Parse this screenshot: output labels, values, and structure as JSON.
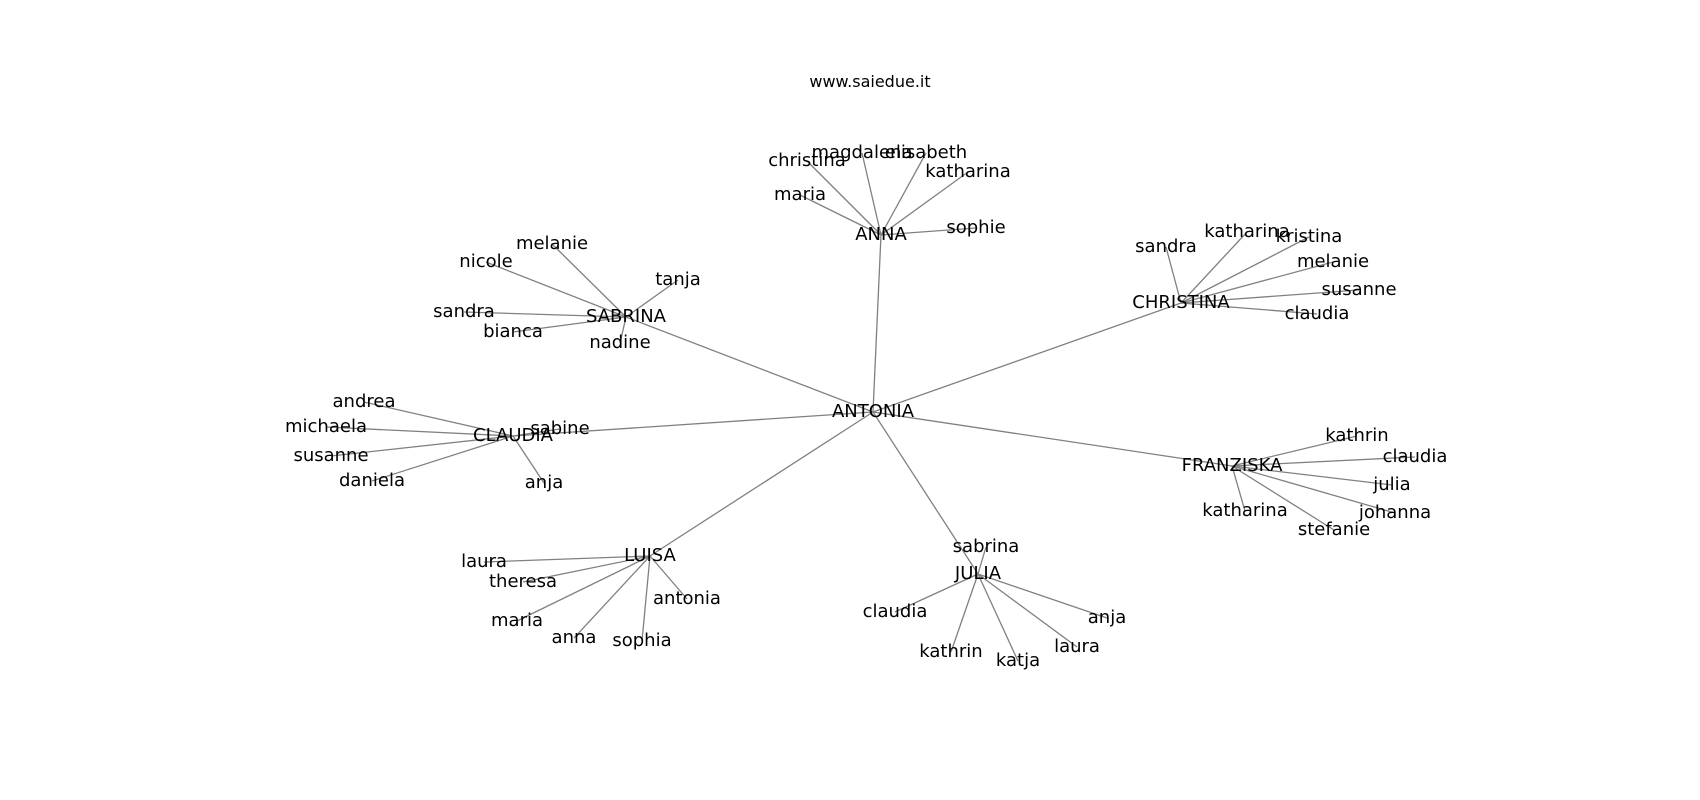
{
  "title": "www.saiedue.it",
  "edge_color": "#808080",
  "text_color": "#000000",
  "background": "#ffffff",
  "graph": {
    "root": "ANTONIA",
    "hubs": [
      {
        "id": "anna",
        "label": "ANNA",
        "children": [
          "christina",
          "magdalena",
          "elisabeth",
          "katharina",
          "maria",
          "sophie"
        ]
      },
      {
        "id": "christina",
        "label": "CHRISTINA",
        "children": [
          "sandra",
          "katharina",
          "kristina",
          "melanie",
          "susanne",
          "claudia"
        ]
      },
      {
        "id": "sabrina",
        "label": "SABRINA",
        "children": [
          "melanie",
          "nicole",
          "tanja",
          "sandra",
          "bianca",
          "nadine"
        ]
      },
      {
        "id": "claudia",
        "label": "CLAUDIA",
        "children": [
          "andrea",
          "michaela",
          "sabine",
          "susanne",
          "daniela",
          "anja"
        ]
      },
      {
        "id": "franziska",
        "label": "FRANZISKA",
        "children": [
          "kathrin",
          "claudia",
          "julia",
          "johanna",
          "katharina",
          "stefanie"
        ]
      },
      {
        "id": "luisa",
        "label": "LUISA",
        "children": [
          "laura",
          "theresa",
          "antonia",
          "maria",
          "anna",
          "sophia"
        ]
      },
      {
        "id": "julia",
        "label": "JULIA",
        "children": [
          "sabrina",
          "claudia",
          "anja",
          "laura",
          "kathrin",
          "katja"
        ]
      }
    ]
  }
}
